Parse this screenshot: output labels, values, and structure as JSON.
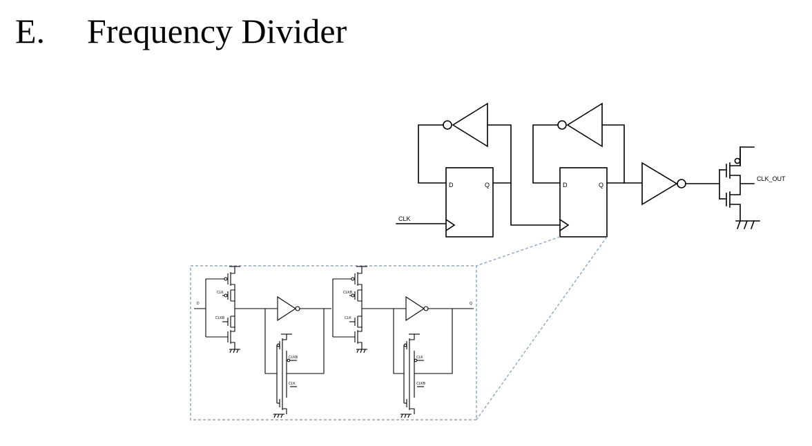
{
  "heading": {
    "number": "E.",
    "title": "Frequency Divider"
  },
  "labels": {
    "d1": "D",
    "q1": "Q",
    "d2": "D",
    "q2": "Q",
    "clk": "CLK",
    "clk_out": "CLK_OUT",
    "in_node": "D",
    "out_node": "Q",
    "t_clk_a": "CLK",
    "t_clkb_a": "CLKB",
    "t_clkb_b": "CLKB",
    "t_clk_b": "CLK",
    "t_clkb_c": "CLKB",
    "t_clk_c": "CLK",
    "t_clk_d": "CLK",
    "t_clkb_d": "CLKB"
  }
}
